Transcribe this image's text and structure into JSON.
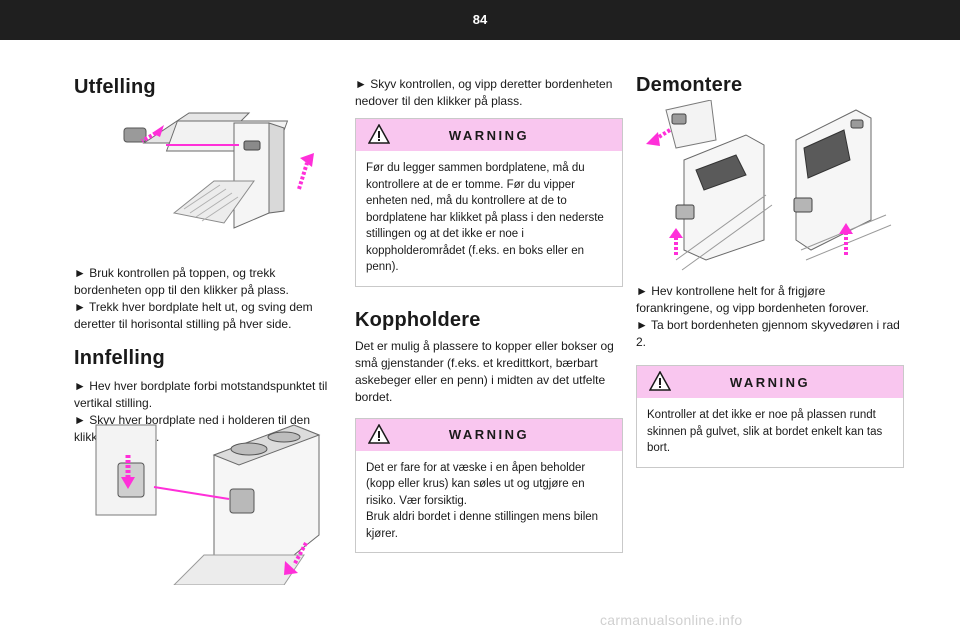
{
  "page_number": "84",
  "col1": {
    "heading1": "Utfelling",
    "para1": [
      "► Bruk kontrollen på toppen, og trekk bordenheten opp til den klikker på plass.",
      "► Trekk hver bordplate helt ut, og sving dem deretter til horisontal stilling på hver side."
    ],
    "heading2": "Innfelling",
    "para2": [
      "► Hev hver bordplate forbi motstandspunktet til vertikal stilling.",
      "► Skyv hver bordplate ned i holderen til den klikker på plass."
    ]
  },
  "col2": {
    "para1": "► Skyv kontrollen, og vipp deretter bordenheten nedover til den klikker på plass.",
    "warning1_title": "WARNING",
    "warning1_text": "Før du legger sammen bordplatene, må du kontrollere at de er tomme. Før du vipper enheten ned, må du kontrollere at de to bordplatene har klikket på plass i den nederste stillingen og at det ikke er noe i koppholderområdet (f.eks. en boks eller en penn).",
    "heading": "Koppholdere",
    "para2": "Det er mulig å plassere to kopper eller bokser og små gjenstander (f.eks. et kredittkort, bærbart askebeger eller en penn) i midten av det utfelte bordet.",
    "warning2_title": "WARNING",
    "warning2_lines": [
      "Det er fare for at væske i en åpen beholder (kopp eller krus) kan søles ut og utgjøre en risiko. Vær forsiktig.",
      "Bruk aldri bordet i denne stillingen mens bilen kjører."
    ]
  },
  "col3": {
    "heading": "Demontere",
    "para": [
      "► Hev kontrollene helt for å frigjøre forankringene, og vipp bordenheten forover.",
      "► Ta bort bordenheten gjennom skyvedøren i rad 2."
    ],
    "warning_title": "WARNING",
    "warning_text": "Kontroller at det ikke er noe på plassen rundt skinnen på gulvet, slik at bordet enkelt kan tas bort."
  },
  "footer": "carmanualsonline.info",
  "colors": {
    "topbar": "#1f1f1f",
    "warning_band": "#f9c6ef",
    "arrow": "#ff2fd9"
  },
  "icons": [
    "warning-triangle-icon"
  ]
}
